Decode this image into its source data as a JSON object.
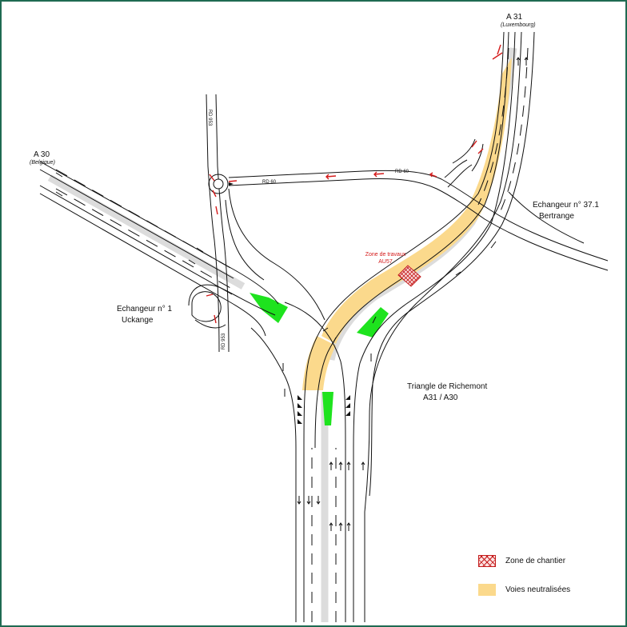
{
  "roads": {
    "a31_name": "A 31",
    "a31_dest": "(Luxembourg)",
    "a30_name": "A 30",
    "a30_dest": "(Belgique)",
    "rd60_label_left": "RD 60",
    "rd60_label_right": "RD 60",
    "rd953_label_top": "RD 953",
    "rd953_label_bottom": "RD 953"
  },
  "interchanges": {
    "bertrange_line1": "Echangeur n° 37.1",
    "bertrange_line2": "Bertrange",
    "uckange_line1": "Echangeur n° 1",
    "uckange_line2": "Uckange",
    "richemont_line1": "Triangle de Richemont",
    "richemont_line2": "A31 / A30"
  },
  "works": {
    "line1": "Zone de travaux",
    "line2": "AU57"
  },
  "legend": {
    "chantier": "Zone de chantier",
    "neutralisees": "Voies neutralisées"
  },
  "colors": {
    "frame": "#1f6b52",
    "neutral_lanes": "#fbd98c",
    "works_zone": "#c41d1d",
    "gore_areas": "#1ee31e",
    "median": "#dcdcdc",
    "arrows_red": "#d41a1a"
  }
}
